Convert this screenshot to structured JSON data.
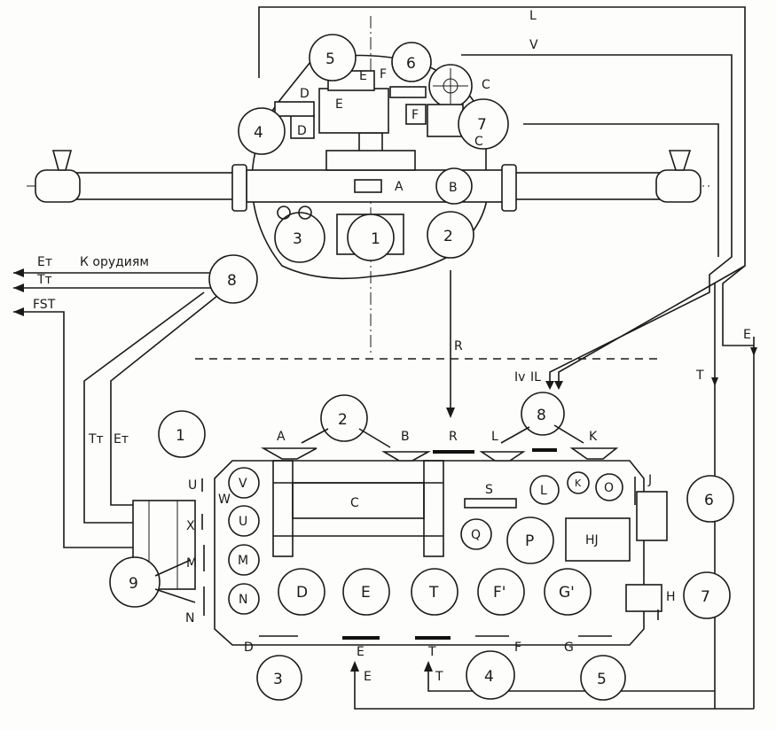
{
  "top": {
    "l": "L",
    "v": "V"
  },
  "upper": {
    "n1": "1",
    "n2": "2",
    "n3": "3",
    "n4": "4",
    "n5": "5",
    "n6": "6",
    "n7": "7",
    "e1": "E",
    "e2": "E",
    "f1": "F",
    "f2": "F",
    "c1": "C",
    "c2": "C",
    "d1": "D",
    "d2": "D",
    "a": "A",
    "b": "B"
  },
  "outputs": {
    "e": "Eт",
    "to_guns": "К орудиям",
    "t": "Tт",
    "fst": "FST",
    "n8": "8",
    "tt": "Tт",
    "et": "Eт"
  },
  "middle": {
    "r": "R",
    "e": "E",
    "t": "T",
    "iv": "Iv",
    "il": "IL"
  },
  "lower": {
    "n1": "1",
    "n2": "2",
    "n3": "3",
    "n4": "4",
    "n5": "5",
    "n6": "6",
    "n7": "7",
    "n8": "8",
    "n9": "9"
  },
  "wheels": {
    "a": "A",
    "b": "B",
    "r": "R",
    "l": "L",
    "k": "K",
    "d": "D",
    "e": "E",
    "t": "T",
    "f": "F",
    "g": "G",
    "return_e": "E",
    "return_t": "T"
  },
  "sides": {
    "u": "U",
    "w": "W",
    "x": "X",
    "m": "M",
    "n": "N",
    "j": "J",
    "h": "H"
  },
  "table": {
    "v": "V",
    "u": "U",
    "m": "M",
    "n": "N",
    "c": "C",
    "s": "S",
    "l": "L",
    "k": "K",
    "o": "O",
    "q": "Q",
    "p": "P",
    "hj": "HJ",
    "d": "D",
    "e": "E",
    "t": "T",
    "fp": "F'",
    "gp": "G'"
  }
}
